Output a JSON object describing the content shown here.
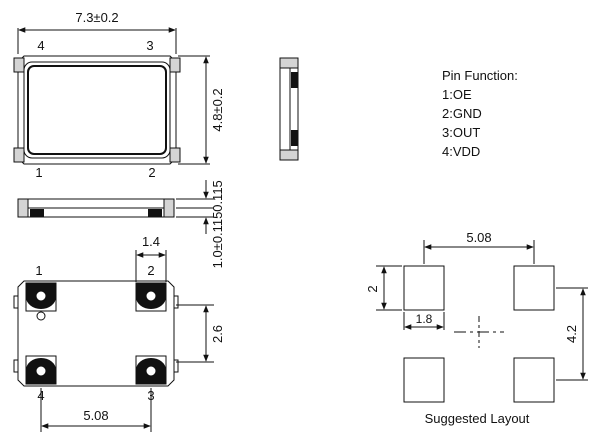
{
  "top_view": {
    "width_dim": "7.3±0.2",
    "height_dim": "4.8±0.2",
    "pin_labels": {
      "p1": "1",
      "p2": "2",
      "p3": "3",
      "p4": "4"
    }
  },
  "side_view": {
    "gap_dim": "0.115",
    "height_dim": "1.0±0.115"
  },
  "bottom_view": {
    "pad_width_dim": "1.4",
    "pad_spacing_v_dim": "2.6",
    "pad_spacing_h_dim": "5.08",
    "pin_labels": {
      "p1": "1",
      "p2": "2",
      "p3": "3",
      "p4": "4"
    }
  },
  "pin_function": {
    "title": "Pin Function:",
    "pins": [
      "1:OE",
      "2:GND",
      "3:OUT",
      "4:VDD"
    ]
  },
  "suggested_layout": {
    "title": "Suggested Layout",
    "spacing_h_dim": "5.08",
    "pad_height_dim": "2",
    "pad_width_dim": "1.8",
    "spacing_v_dim": "4.2"
  }
}
